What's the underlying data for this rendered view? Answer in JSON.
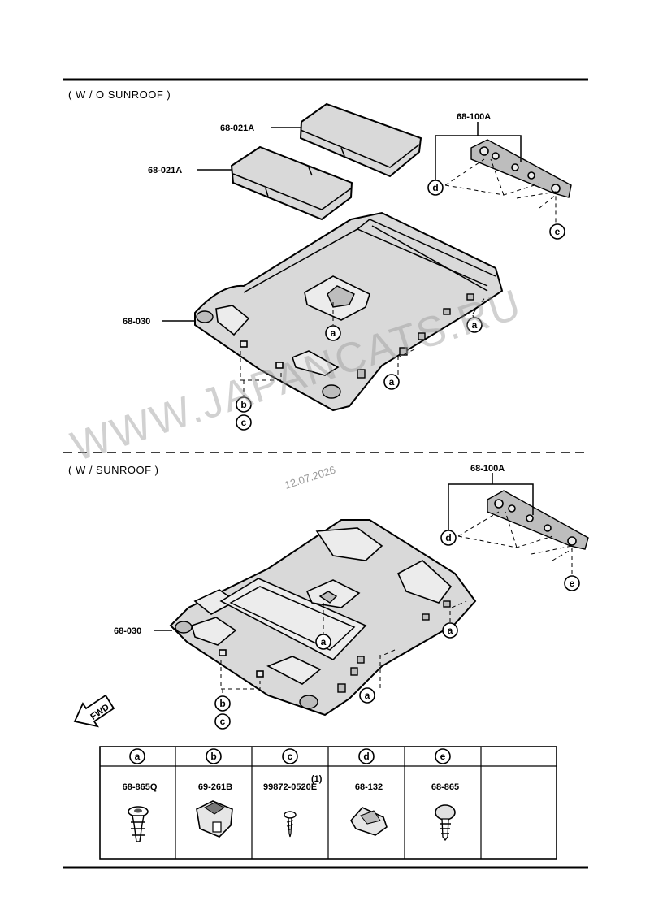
{
  "sections": {
    "without_sunroof": "( W / O  SUNROOF )",
    "with_sunroof": "( W / SUNROOF )"
  },
  "labels": {
    "pad_upper": "68-021A",
    "pad_lower": "68-021A",
    "rail_top": "68-100A",
    "headliner_top": "68-030",
    "rail_bottom": "68-100A",
    "headliner_bottom": "68-030",
    "fwd": "FWD"
  },
  "callouts": {
    "a": "a",
    "b": "b",
    "c": "c",
    "d": "d",
    "e": "e"
  },
  "legend": {
    "headers": [
      "a",
      "b",
      "c",
      "d",
      "e",
      ""
    ],
    "parts": [
      {
        "key": "a",
        "number": "68-865Q",
        "qty": ""
      },
      {
        "key": "b",
        "number": "69-261B",
        "qty": ""
      },
      {
        "key": "c",
        "number": "99872-0520E",
        "qty": "(1)"
      },
      {
        "key": "d",
        "number": "68-132",
        "qty": ""
      },
      {
        "key": "e",
        "number": "68-865",
        "qty": ""
      }
    ]
  },
  "watermark": {
    "text": "WWW.JAPANCATS.RU",
    "date": "12.07.2026"
  }
}
